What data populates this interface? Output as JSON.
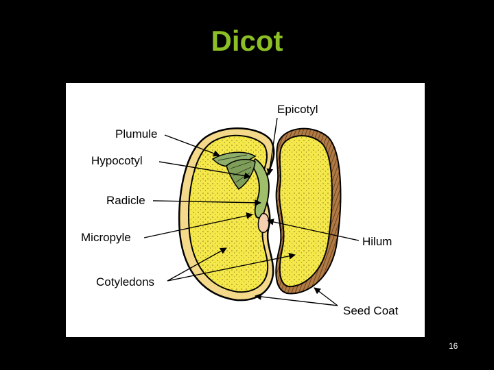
{
  "slide": {
    "title": "Dicot",
    "page_number": "16"
  },
  "labels": {
    "epicotyl": "Epicotyl",
    "plumule": "Plumule",
    "hypocotyl": "Hypocotyl",
    "radicle": "Radicle",
    "micropyle": "Micropyle",
    "hilum": "Hilum",
    "cotyledons": "Cotyledons",
    "seed_coat": "Seed Coat"
  },
  "colors": {
    "title": "#8cbf26",
    "background": "#000000",
    "panel": "#ffffff",
    "cotyledon": "#f5e84a",
    "seed_coat": "#8b5a2b",
    "embryo": "#9fbf6a"
  }
}
